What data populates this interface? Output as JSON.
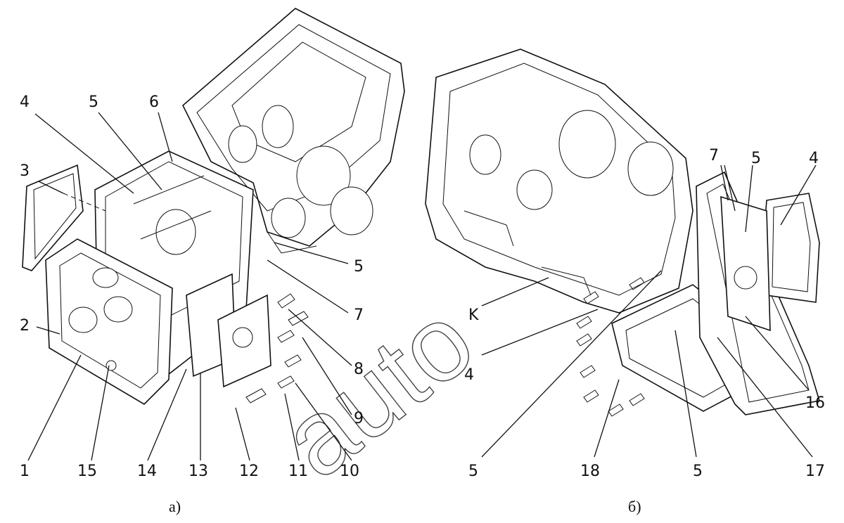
{
  "figure_a": {
    "caption": "а)",
    "labels": {
      "l1": "1",
      "l2": "2",
      "l3": "3",
      "l4": "4",
      "l5": "5",
      "l6": "6",
      "l5b": "5",
      "l7": "7",
      "l8": "8",
      "l9": "9",
      "l10": "10",
      "l11": "11",
      "l12": "12",
      "l13": "13",
      "l14": "14",
      "l15": "15"
    }
  },
  "figure_b": {
    "caption": "б)",
    "labels": {
      "l7": "7",
      "l5a": "5",
      "l4a": "4",
      "lK": "K",
      "l4b": "4",
      "l16": "16",
      "l17": "17",
      "l5b": "5",
      "l18": "18",
      "l5c": "5"
    }
  },
  "watermark": "auto"
}
